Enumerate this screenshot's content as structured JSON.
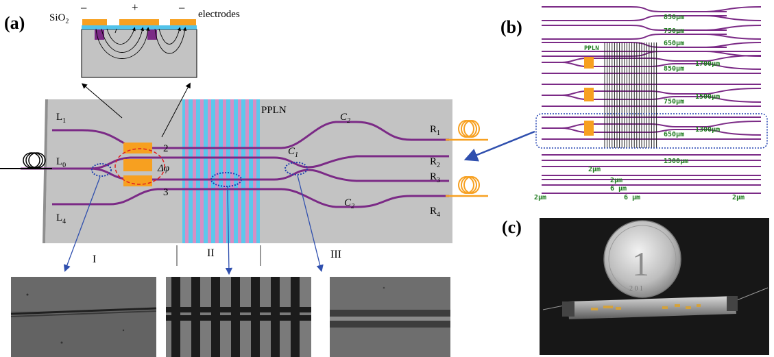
{
  "panels": {
    "a": {
      "label": "(a)",
      "inset": {
        "sio2": "SiO",
        "sio2_sub": "2",
        "electrodes": "electrodes",
        "minus_left": "−",
        "plus": "+",
        "minus_right": "−"
      },
      "chip": {
        "pplN": "PPLN",
        "ports_left": [
          {
            "main": "L",
            "sub": "1"
          },
          {
            "main": "L",
            "sub": "0"
          },
          {
            "main": "L",
            "sub": "4"
          }
        ],
        "ports_right": [
          {
            "main": "R",
            "sub": "1"
          },
          {
            "main": "R",
            "sub": "2"
          },
          {
            "main": "R",
            "sub": "3"
          },
          {
            "main": "R",
            "sub": "4"
          }
        ],
        "arm_labels": [
          "2",
          "3"
        ],
        "phase": "Δφ",
        "coupler_c1": {
          "main": "C",
          "sub": "1"
        },
        "coupler_c2_top": {
          "main": "C",
          "sub": "2"
        },
        "coupler_c2_bottom": {
          "main": "C",
          "sub": "2"
        }
      },
      "regions": [
        "I",
        "II",
        "III"
      ]
    },
    "b": {
      "label": "(b)",
      "pplN": "PPLN",
      "dims": [
        "850μm",
        "750μm",
        "650μm",
        "850μm",
        "1700μm",
        "750μm",
        "1500μm",
        "650μm",
        "1300μm",
        "1300μm",
        "2μm",
        "2μm",
        "6 μm"
      ],
      "bottom": [
        "2μm",
        "6 μm",
        "2μm"
      ]
    },
    "c": {
      "label": "(c)",
      "coin_numeral": "1",
      "coin_year": "2 0 1"
    }
  },
  "colors": {
    "waveguide": "#7b2a86",
    "electrode": "#f7a020",
    "chip": "#c3c3c3",
    "pplN_pink": "#d68fc4",
    "pplN_blue": "#5bc8ec",
    "arrow_blue": "#2f4fae",
    "dim_green": "#1c7a1c"
  }
}
